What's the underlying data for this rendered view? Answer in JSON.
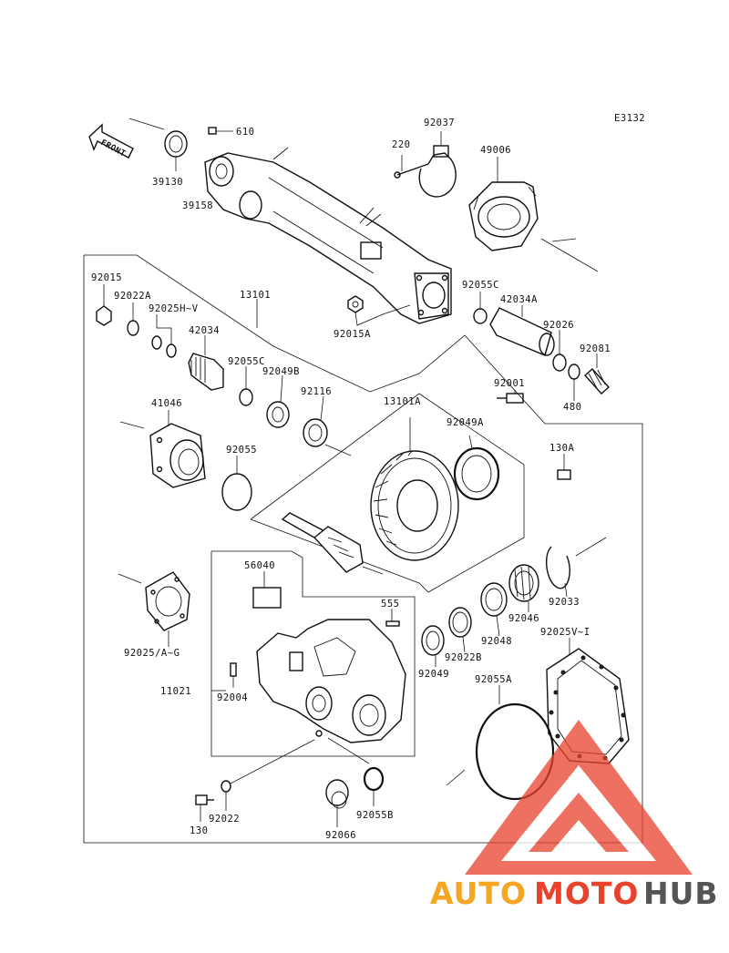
{
  "diagram": {
    "code": "E3132",
    "front_label": "FRONT",
    "labels": {
      "p39130": "39130",
      "p610": "610",
      "p39158": "39158",
      "p220": "220",
      "p92037": "92037",
      "p49006": "49006",
      "p92015": "92015",
      "p92022A": "92022A",
      "p92025HV": "92025H~V",
      "p13101": "13101",
      "p42034": "42034",
      "p92055C_top": "92055C",
      "p42034A": "42034A",
      "p92026": "92026",
      "p92081": "92081",
      "p92015A": "92015A",
      "p92055C": "92055C",
      "p92049B": "92049B",
      "p92116": "92116",
      "p92001": "92001",
      "p480": "480",
      "p41046": "41046",
      "p13101A": "13101A",
      "p92049A": "92049A",
      "p130A": "130A",
      "p92055": "92055",
      "p56040": "56040",
      "p555": "555",
      "p92033": "92033",
      "p92046": "92046",
      "p92025AG": "92025/A~G",
      "p92048": "92048",
      "p92025VI": "92025V~I",
      "p11021": "11021",
      "p92004": "92004",
      "p92022B": "92022B",
      "p92049": "92049",
      "p92055A": "92055A",
      "p130": "130",
      "p92022": "92022",
      "p92066": "92066",
      "p92055B": "92055B"
    }
  },
  "watermark": {
    "part1": "AUTO",
    "part2": "MOTO",
    "part3": "HUB",
    "colors": {
      "auto": "#f5a623",
      "moto": "#e8412c",
      "hub": "#555555"
    }
  }
}
